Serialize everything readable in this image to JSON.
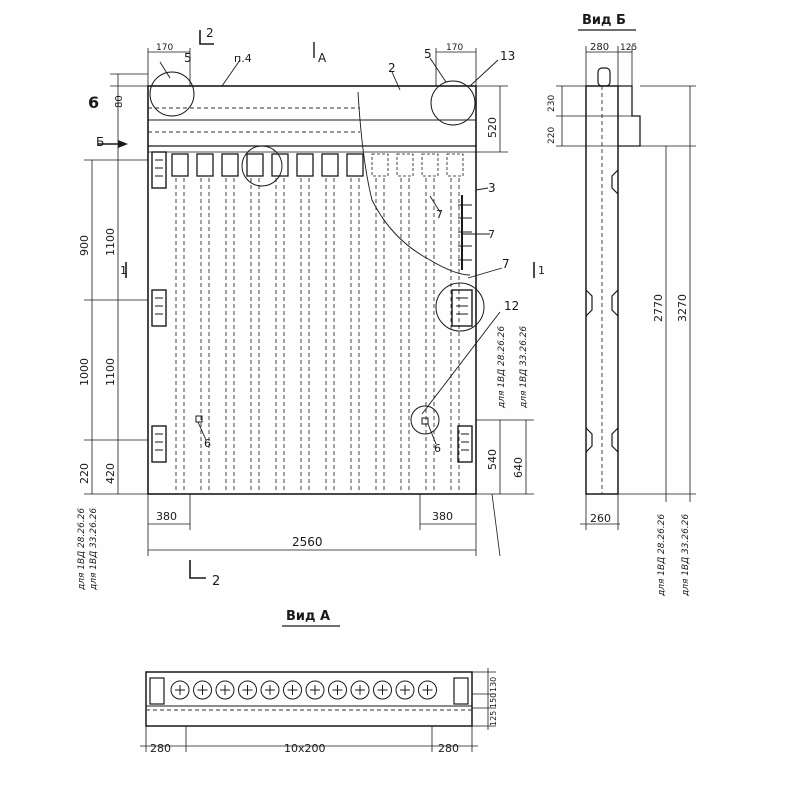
{
  "front_view": {
    "section_2_top": "2",
    "section_2_bottom": "2",
    "view_a_marker": "A",
    "item_4": "п.4",
    "callout_5_left": "5",
    "callout_5_right": "5",
    "callout_13": "13",
    "callout_2": "2",
    "callout_6_top": "6",
    "callout_3": "3",
    "callout_7a": "7",
    "callout_7b": "7",
    "callout_7c": "7",
    "callout_12": "12",
    "callout_6a": "6",
    "callout_6b": "6",
    "marker_b": "Б",
    "section_1_left": "1",
    "section_1_right": "1",
    "dim_top_170_left": "170",
    "dim_top_170_right": "170",
    "dim_80": "80",
    "dim_520": "520",
    "dim_900": "900",
    "dim_1100_a": "1100",
    "dim_1000": "1000",
    "dim_1100_b": "1100",
    "dim_220": "220",
    "dim_420": "420",
    "dim_540": "540",
    "dim_640": "640",
    "dim_380_left": "380",
    "dim_380_right": "380",
    "dim_2560": "2560",
    "note_left_a": "для 1ВД 28.26.26",
    "note_left_b": "для 1ВД 33.26.26",
    "note_right_a": "для 1ВД 28.26.26",
    "note_right_b": "для 1ВД 33.26.26"
  },
  "side_view": {
    "title": "Вид Б",
    "dim_280": "280",
    "dim_125": "125",
    "dim_230": "230",
    "dim_220": "220",
    "dim_2770": "2770",
    "dim_3270": "3270",
    "dim_260": "260",
    "note_a": "для 1ВД 28.26.26",
    "note_b": "для 1ВД 33.26.26"
  },
  "plan_view": {
    "title": "Вид А",
    "dim_280_left": "280",
    "dim_10x200": "10х200",
    "dim_280_right": "280",
    "dim_130": "130",
    "dim_150": "150",
    "dim_125": "125"
  }
}
